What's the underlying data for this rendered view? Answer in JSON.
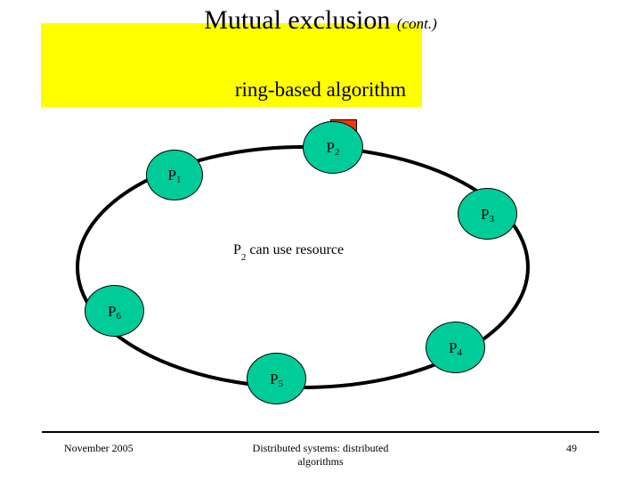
{
  "slide": {
    "title_main": "Mutual exclusion",
    "title_cont": "(cont.)",
    "subtitle": "ring-based algorithm",
    "banner_color": "#ffff00",
    "node_color": "#00cc99",
    "token_color": "#ff3300",
    "caption": "can use resource",
    "caption_subject": "P",
    "caption_subject_sub": "2"
  },
  "nodes": [
    {
      "label": "P",
      "sub": "1",
      "name": "process-node-p1"
    },
    {
      "label": "P",
      "sub": "2",
      "name": "process-node-p2"
    },
    {
      "label": "P",
      "sub": "3",
      "name": "process-node-p3"
    },
    {
      "label": "P",
      "sub": "4",
      "name": "process-node-p4"
    },
    {
      "label": "P",
      "sub": "5",
      "name": "process-node-p5"
    },
    {
      "label": "P",
      "sub": "6",
      "name": "process-node-p6"
    }
  ],
  "footer": {
    "date": "November 2005",
    "center_line1": "Distributed systems: distributed",
    "center_line2": "algorithms",
    "page_number": "49"
  }
}
